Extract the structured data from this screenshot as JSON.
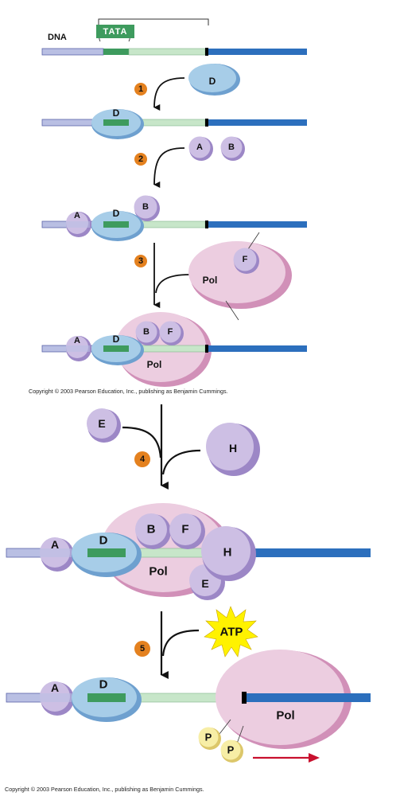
{
  "colors": {
    "dna_light": "#b9bfe3",
    "dna_outline": "#5b64a8",
    "dna_dark": "#2c6fbd",
    "tata_green": "#3e9b5e",
    "promoter_green": "#c7e6c9",
    "d_blue": "#a7cde8",
    "d_blue_shade": "#6ea0cf",
    "small_purple": "#cdbfe4",
    "small_purple_shade": "#9c87c6",
    "pol_pink": "#eccde0",
    "pol_pink_shade": "#d190b8",
    "p_yellow": "#f7eea6",
    "p_yellow_shade": "#dcc76a",
    "step_orange": "#e4811f",
    "atp_yellow": "#fff200",
    "arrow_red": "#c8102e"
  },
  "labels": {
    "dna": "DNA",
    "tata": "TATA",
    "d": "D",
    "a": "A",
    "b": "B",
    "f": "F",
    "e": "E",
    "h": "H",
    "pol": "Pol",
    "p": "P",
    "atp": "ATP"
  },
  "steps": [
    "1",
    "2",
    "3",
    "4",
    "5"
  ],
  "copyright": "Copyright © 2003 Pearson Education, Inc., publishing as Benjamin Cummings."
}
